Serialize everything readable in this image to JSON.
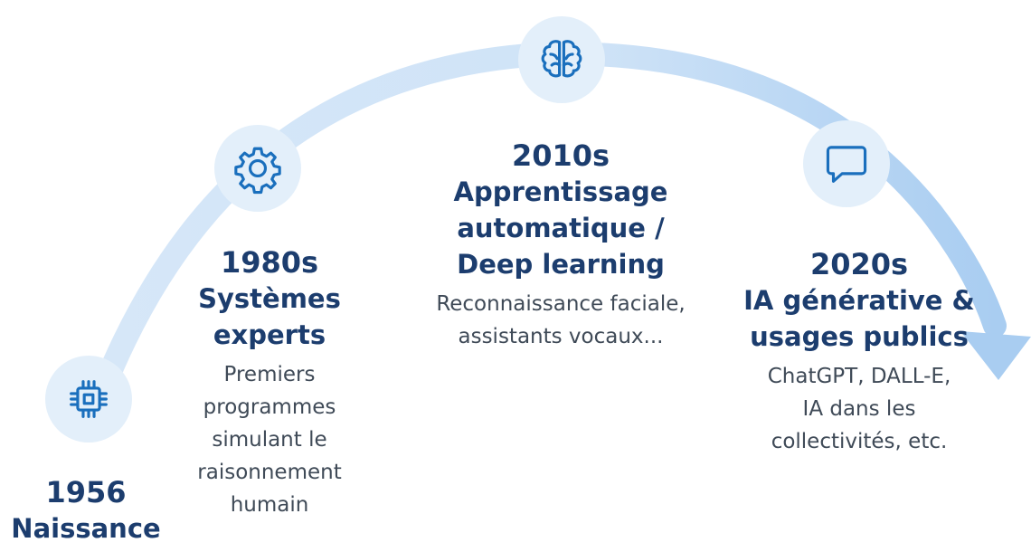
{
  "colors": {
    "arc": "#cfe3f7",
    "arc_dark": "#a9cdf1",
    "circle": "#e3effa",
    "icon": "#1a6fbd",
    "heading": "#1c3d6e",
    "text": "#3f4a57"
  },
  "milestones": [
    {
      "year": "1956",
      "title": "Naissance",
      "description": "",
      "icon": "chip-icon"
    },
    {
      "year": "1980s",
      "title_lines": [
        "Systèmes",
        "experts"
      ],
      "description_lines": [
        "Premiers",
        "programmes",
        "simulant le",
        "raisonnement",
        "humain"
      ],
      "icon": "gear-icon"
    },
    {
      "year": "2010s",
      "title_lines": [
        "Apprentissage",
        "automatique /",
        "Deep learning"
      ],
      "description_lines": [
        "Reconnaissance faciale,",
        "assistants vocaux..."
      ],
      "icon": "brain-icon"
    },
    {
      "year": "2020s",
      "title_lines": [
        "IA générative &",
        "usages publics"
      ],
      "description_lines": [
        "ChatGPT, DALL-E,",
        "IA dans les",
        "collectivités, etc."
      ],
      "icon": "speech-bubble-icon"
    }
  ]
}
